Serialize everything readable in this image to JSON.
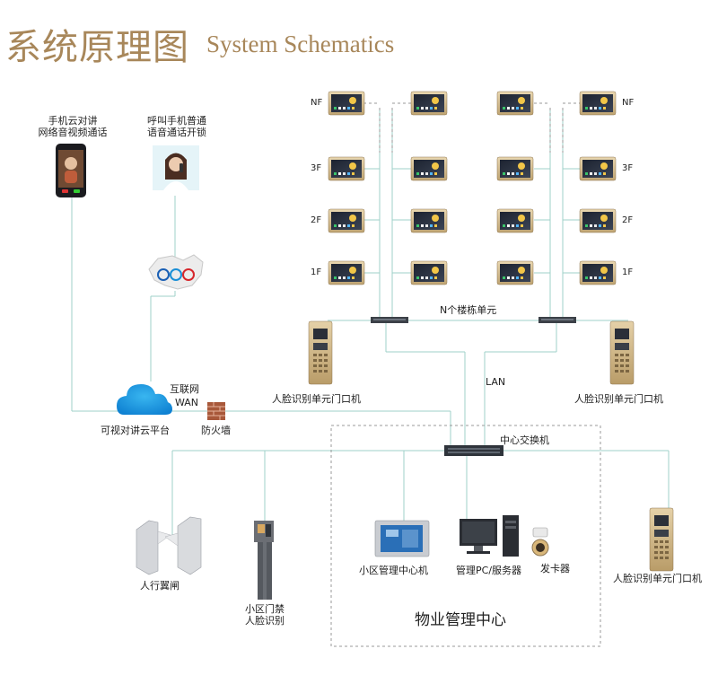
{
  "title": {
    "cn": "系统原理图",
    "en": "System Schematics"
  },
  "floors": [
    "NF",
    "3F",
    "2F",
    "1F"
  ],
  "labels": {
    "phone_cloud": [
      "手机云对讲",
      "网络音视频通话"
    ],
    "phone_call": [
      "呼叫手机普通",
      "语音通话开锁"
    ],
    "n_units": "N个楼栋单元",
    "lan": "LAN",
    "internet": "互联网",
    "wan": "WAN",
    "cloud_platform": "可视对讲云平台",
    "firewall": "防火墙",
    "door_left": "人脸识别单元门口机",
    "door_right": "人脸识别单元门口机",
    "door_bottom": "人脸识别单元门口机",
    "central_switch": "中心交换机",
    "turnstile": "人行翼闸",
    "face_access": [
      "小区门禁",
      "人脸识别"
    ],
    "mgmt_machine": "小区管理中心机",
    "mgmt_pc": "管理PC/服务器",
    "card_issuer": "发卡器",
    "property_center": "物业管理中心"
  },
  "colors": {
    "accent": "#a8875a",
    "line": "#9fd0c9",
    "dashed": "#9a9a9a"
  }
}
